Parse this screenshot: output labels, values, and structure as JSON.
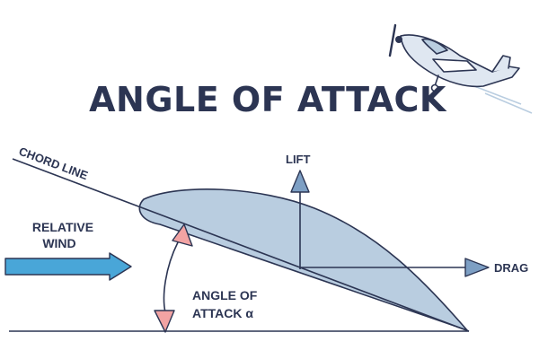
{
  "title": "ANGLE OF ATTACK",
  "labels": {
    "chord_line": "CHORD LINE",
    "lift": "LIFT",
    "drag": "DRAG",
    "relative_wind_1": "RELATIVE",
    "relative_wind_2": "WIND",
    "angle_1": "ANGLE OF",
    "angle_2": "ATTACK α"
  },
  "icons": {
    "airplane": "airplane-icon",
    "wind_arrow": "wind-arrow-icon"
  },
  "colors": {
    "ink": "#2c3553",
    "airfoil_fill": "#b9cde0",
    "wind_arrow": "#49a6d8",
    "angle_arrow": "#f2a3a3",
    "vector_arrow": "#7d9fc4",
    "plane_fill": "#dfe7f1"
  }
}
